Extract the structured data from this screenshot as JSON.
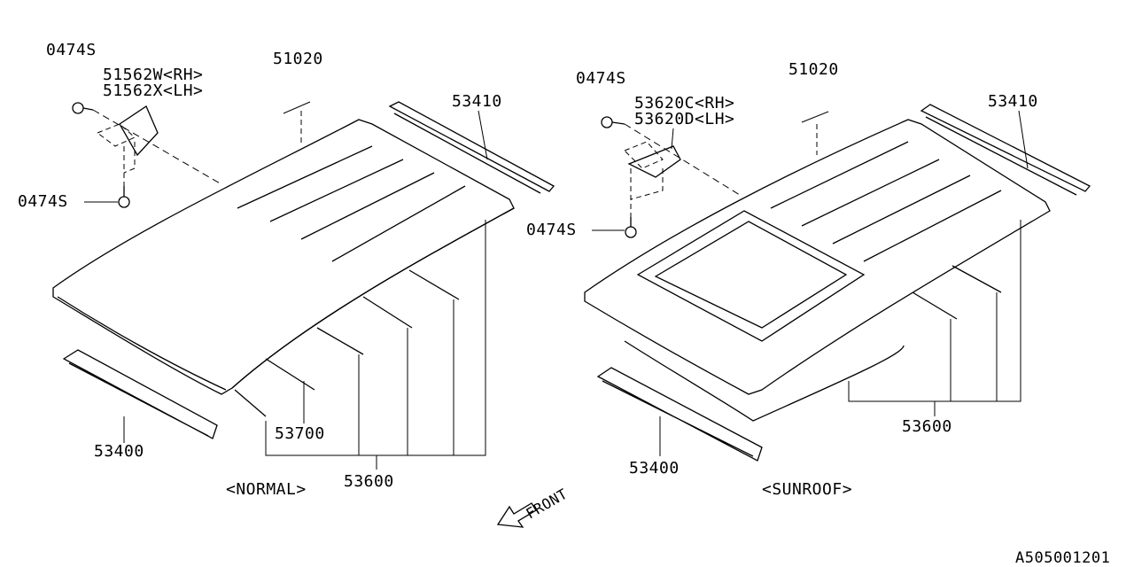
{
  "diagram_code": "A505001201",
  "normal": {
    "caption": "<NORMAL>",
    "labels": {
      "bolt_upper": "0474S",
      "bracket_rh": "51562W<RH>",
      "bracket_lh": "51562X<LH>",
      "bolt_lower": "0474S",
      "clip": "51020",
      "rear_rail": "53410",
      "front_rail": "53400",
      "bow_front": "53700",
      "bows": "53600"
    }
  },
  "sunroof": {
    "caption": "<SUNROOF>",
    "labels": {
      "bolt_upper": "0474S",
      "bracket_rh": "53620C<RH>",
      "bracket_lh": "53620D<LH>",
      "bolt_lower": "0474S",
      "clip": "51020",
      "rear_rail": "53410",
      "front_rail": "53400",
      "bows": "53600"
    }
  },
  "front_arrow": "FRONT"
}
